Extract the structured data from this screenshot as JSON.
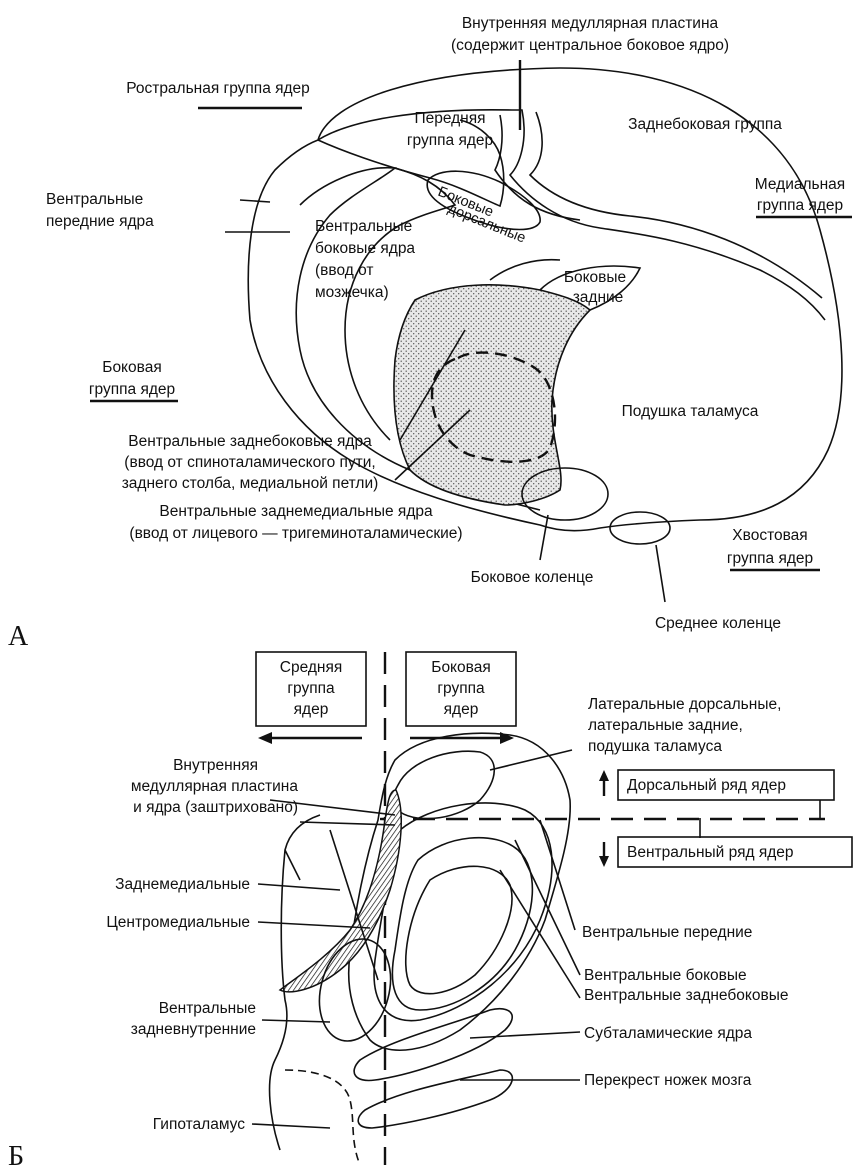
{
  "panel_a": {
    "letter": "А",
    "internal_lamina_1": "Внутренняя медуллярная пластина",
    "internal_lamina_2": "(содержит центральное боковое ядро)",
    "rostral_group": "Ростральная группа ядер",
    "anterior_group_1": "Передняя",
    "anterior_group_2": "группа ядер",
    "posterolateral_group": "Заднебоковая группа",
    "medial_group_1": "Медиальная",
    "medial_group_2": "группа ядер",
    "lateral_dorsal_1": "Боковые",
    "lateral_dorsal_2": "дорсальные",
    "ventral_anterior_1": "Вентральные",
    "ventral_anterior_2": "передние ядра",
    "ventral_lateral_1": "Вентральные",
    "ventral_lateral_2": "боковые ядра",
    "ventral_lateral_3": "(ввод от",
    "ventral_lateral_4": "мозжечка)",
    "lateral_posterior_1": "Боковые",
    "lateral_posterior_2": "задние",
    "lateral_group_1": "Боковая",
    "lateral_group_2": "группа ядер",
    "pulvinar": "Подушка таламуса",
    "vpl_1": "Вентральные заднебоковые ядра",
    "vpl_2": "(ввод от спиноталамического пути,",
    "vpl_3": "заднего столба, медиальной петли)",
    "vpm_1": "Вентральные заднемедиальные ядра",
    "vpm_2": "(ввод от лицевого — тригеминоталамические)",
    "caudal_group_1": "Хвостовая",
    "caudal_group_2": "группа ядер",
    "lateral_geniculate": "Боковое коленце",
    "medial_geniculate": "Среднее коленце"
  },
  "panel_b": {
    "letter": "Б",
    "middle_group_1": "Средняя",
    "middle_group_2": "группа",
    "middle_group_3": "ядер",
    "lateral_group_1": "Боковая",
    "lateral_group_2": "группа",
    "lateral_group_3": "ядер",
    "ld_lp_pulv_1": "Латеральные дорсальные,",
    "ld_lp_pulv_2": "латеральные задние,",
    "ld_lp_pulv_3": "подушка таламуса",
    "internal_lamina_1": "Внутренняя",
    "internal_lamina_2": "медуллярная пластина",
    "internal_lamina_3": "и ядра (заштриховано)",
    "dorsal_row": "Дорсальный ряд ядер",
    "ventral_row": "Вентральный ряд ядер",
    "posteromedial": "Заднемедиальные",
    "centromedian": "Центромедиальные",
    "ventral_anterior": "Вентральные передние",
    "ventral_lateral": "Вентральные боковые",
    "ventral_posterolateral": "Вентральные заднебоковые",
    "ventral_posterointernal_1": "Вентральные",
    "ventral_posterointernal_2": "задневнутренние",
    "subthalamic": "Субталамические ядра",
    "peduncle_decussation": "Перекрест ножек мозга",
    "hypothalamus": "Гипоталамус"
  }
}
